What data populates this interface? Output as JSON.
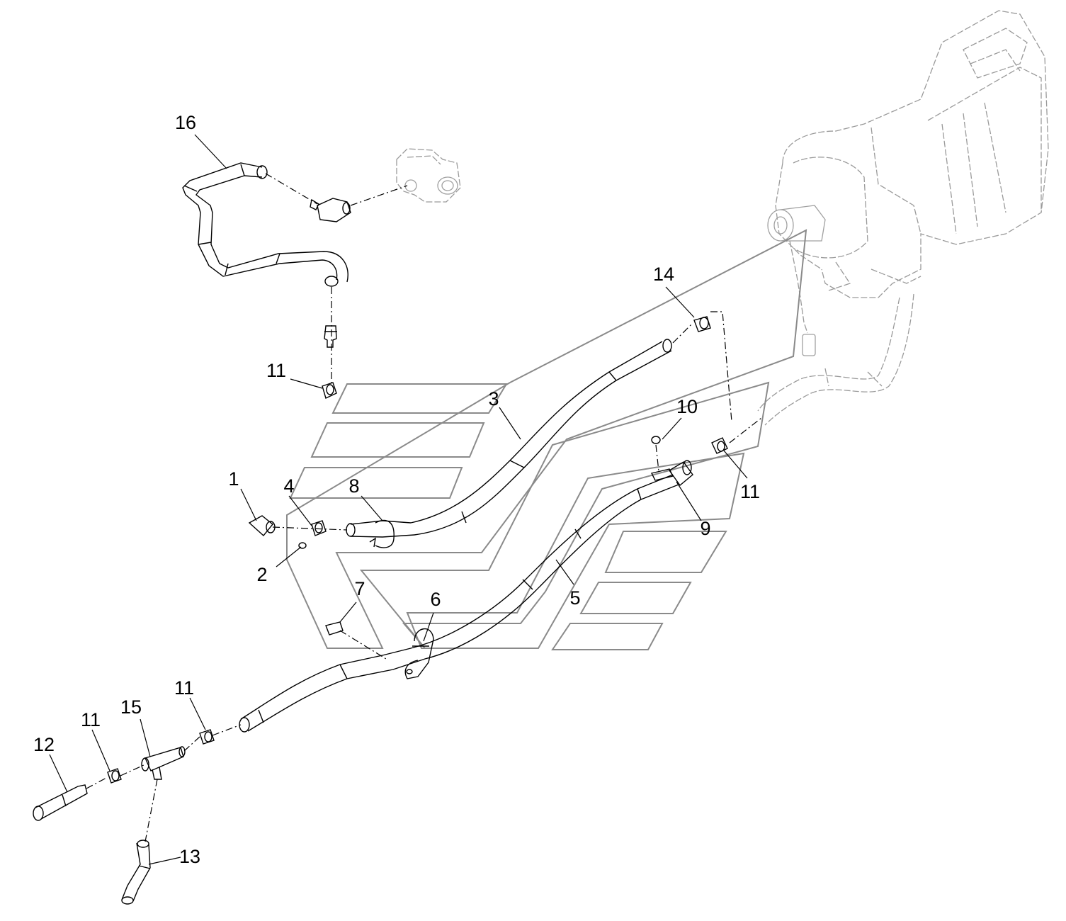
{
  "callouts": [
    {
      "id": "c1",
      "text": "1"
    },
    {
      "id": "c2",
      "text": "2"
    },
    {
      "id": "c3",
      "text": "3"
    },
    {
      "id": "c4",
      "text": "4"
    },
    {
      "id": "c5",
      "text": "5"
    },
    {
      "id": "c6",
      "text": "6"
    },
    {
      "id": "c7a",
      "text": "7"
    },
    {
      "id": "c8",
      "text": "8"
    },
    {
      "id": "c9",
      "text": "9"
    },
    {
      "id": "c10",
      "text": "10"
    },
    {
      "id": "c11a",
      "text": "11"
    },
    {
      "id": "c11b",
      "text": "11"
    },
    {
      "id": "c11c",
      "text": "11"
    },
    {
      "id": "c11d",
      "text": "11"
    },
    {
      "id": "c12",
      "text": "12"
    },
    {
      "id": "c13",
      "text": "13"
    },
    {
      "id": "c14",
      "text": "14"
    },
    {
      "id": "c15",
      "text": "15"
    },
    {
      "id": "c16",
      "text": "16"
    }
  ]
}
